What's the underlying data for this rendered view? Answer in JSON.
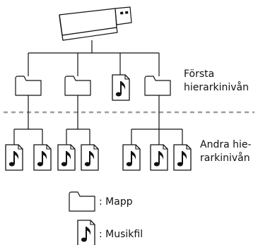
{
  "levels": {
    "first_line1": "Första",
    "first_line2": "hierarkinivån",
    "second_line1": "Andra hie-",
    "second_line2": "rarkinivån"
  },
  "legend": {
    "folder_label": ": Mapp",
    "music_label": ": Musikfil"
  },
  "icons": {
    "usb": "usb-drive-icon",
    "folder": "folder-icon",
    "music": "music-file-icon"
  },
  "colors": {
    "line": "#111111",
    "divider": "#9e9e9e"
  }
}
